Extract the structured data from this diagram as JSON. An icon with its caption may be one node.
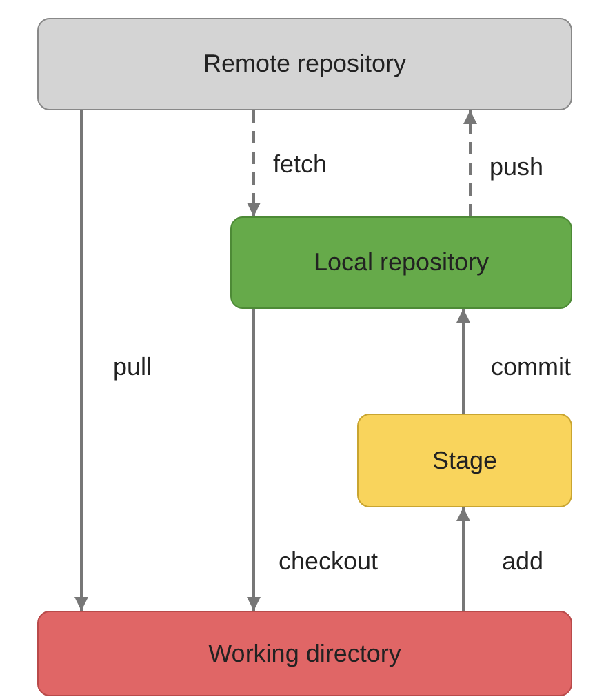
{
  "diagram": {
    "nodes": [
      {
        "text": [
          "Remote repository"
        ]
      },
      {
        "text": [
          "Local repository"
        ]
      },
      {
        "text": [
          "Stage"
        ]
      },
      {
        "text": [
          "Working directory"
        ]
      }
    ],
    "edges": [
      {
        "from": 0,
        "to": 1,
        "arrow": "to",
        "label": "fetch",
        "style": "dashed"
      },
      {
        "from": 1,
        "to": 0,
        "arrow": "to",
        "label": "push",
        "style": "dashed"
      },
      {
        "from": 0,
        "to": 3,
        "arrow": "to",
        "label": "pull"
      },
      {
        "from": 2,
        "to": 1,
        "arrow": "to",
        "label": "commit"
      },
      {
        "from": 1,
        "to": 3,
        "arrow": "to",
        "label": "checkout"
      },
      {
        "from": 3,
        "to": 2,
        "arrow": "to",
        "label": "add"
      }
    ]
  }
}
